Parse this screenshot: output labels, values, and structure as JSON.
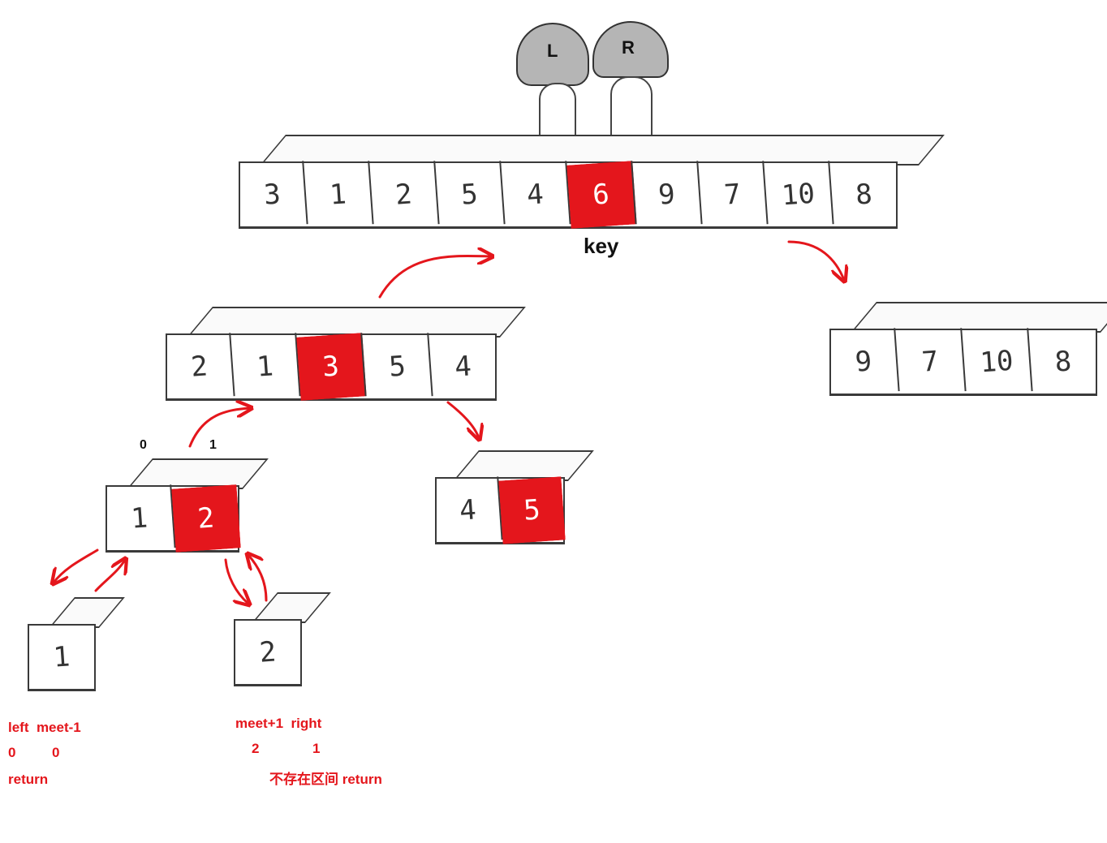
{
  "top_array": {
    "cells": [
      "3",
      "1",
      "2",
      "5",
      "4",
      "6",
      "9",
      "7",
      "10",
      "8"
    ],
    "highlight": 5
  },
  "key_label": "key",
  "characters": {
    "left": "L",
    "right": "R"
  },
  "left_sub": {
    "cells": [
      "2",
      "1",
      "3",
      "5",
      "4"
    ],
    "highlight": 2
  },
  "right_sub": {
    "cells": [
      "9",
      "7",
      "10",
      "8"
    ]
  },
  "level3_left": {
    "cells": [
      "1",
      "2"
    ],
    "highlight": 1,
    "index_labels": [
      "0",
      "1"
    ]
  },
  "level3_right": {
    "cells": [
      "4",
      "5"
    ],
    "highlight": 1
  },
  "leaf_left": {
    "cells": [
      "1"
    ]
  },
  "leaf_right": {
    "cells": [
      "2"
    ]
  },
  "annotations": {
    "left_header": "left  meet-1",
    "left_values_a": "0",
    "left_values_b": "0",
    "left_return": "return",
    "right_header": "meet+1  right",
    "right_values_a": "2",
    "right_values_b": "1",
    "right_note": "不存在区间 return"
  },
  "colors": {
    "highlight": "#e4161c",
    "outline": "#3a3a3a",
    "annotation": "#e4161c"
  }
}
